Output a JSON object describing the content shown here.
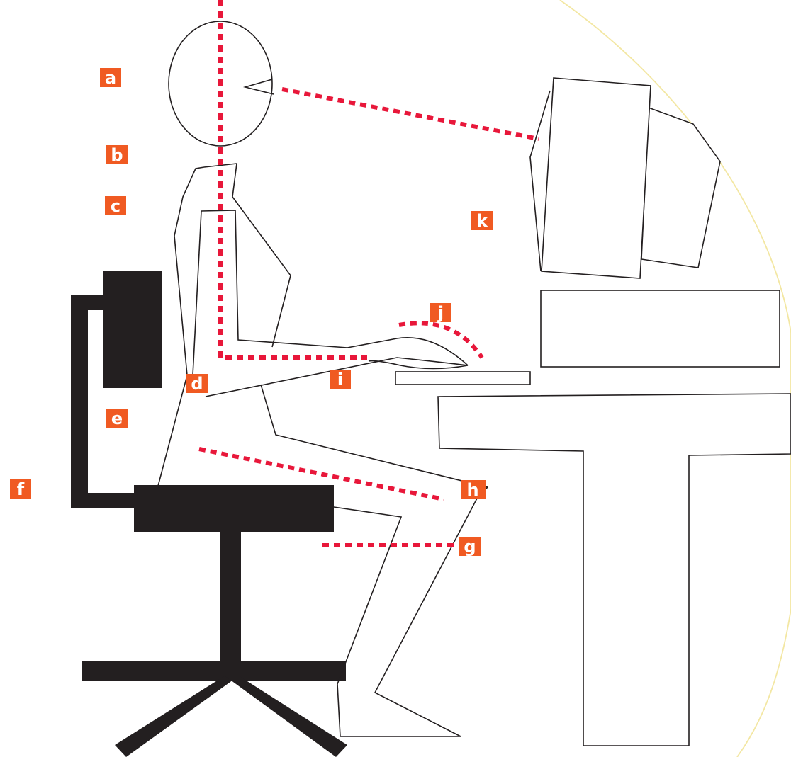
{
  "colors": {
    "label_fill": "#f05a22",
    "label_text": "#ffffff",
    "guide_line": "#e8173a",
    "outline": "#231f20",
    "chair": "#231f20",
    "background_arc": "#f3e7a3"
  },
  "labels": {
    "a": "a",
    "b": "b",
    "c": "c",
    "d": "d",
    "e": "e",
    "f": "f",
    "g": "g",
    "h": "h",
    "i": "i",
    "j": "j",
    "k": "k"
  }
}
